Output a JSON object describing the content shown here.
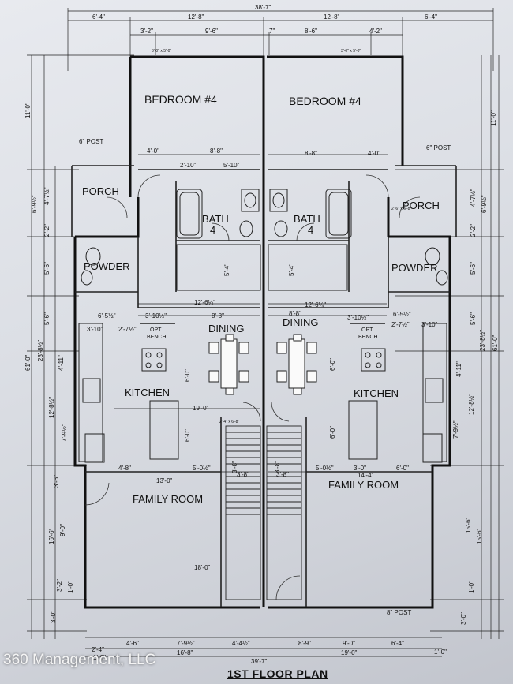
{
  "rooms": {
    "bedroom_left": "BEDROOM #4",
    "bedroom_right": "BEDROOM #4",
    "porch_left": "PORCH",
    "porch_right": "PORCH",
    "bath_left": "BATH",
    "bath_left_num": "4",
    "bath_right": "BATH",
    "bath_right_num": "4",
    "powder_left": "POWDER",
    "powder_right": "POWDER",
    "dining_left": "DINING",
    "dining_right": "DINING",
    "bench_left": "OPT.",
    "bench_left_2": "BENCH",
    "bench_right": "OPT.",
    "bench_right_2": "BENCH",
    "kitchen_left": "KITCHEN",
    "kitchen_right": "KITCHEN",
    "family_left": "FAMILY ROOM",
    "family_right": "FAMILY ROOM"
  },
  "notes": {
    "post_tl": "6\" POST",
    "post_tr": "6\" POST",
    "post_br": "8\" POST"
  },
  "dims": {
    "overall_top": "38'-7\"",
    "top_1": "6'-4\"",
    "top_2": "12'-8\"",
    "top_3": "12'-8\"",
    "top_4": "6'-4\"",
    "top2_1": "3'-2\"",
    "top2_2": "9'-6\"",
    "top2_3": "7\"",
    "top2_4": "8'-6\"",
    "top2_5": "4'-2\"",
    "bed_l_a": "4'-0\"",
    "bed_l_b": "8'-8\"",
    "bed_r_a": "8'-8\"",
    "bed_r_b": "4'-0\"",
    "bath_l_a": "2'-10\"",
    "bath_l_b": "5'-10\"",
    "bath_len_l": "5'-4\"",
    "bath_len_r": "5'-4\"",
    "hall_l": "12'-6¼\"",
    "hall_r": "12'-6¼\"",
    "din_l": "8'-8\"",
    "din_r": "8'-8\"",
    "k_l_a": "6'-5½\"",
    "k_l_b": "3'-10½\"",
    "k_l_c": "3'-10\"",
    "k_l_d": "2'-7½\"",
    "k_r_a": "6'-5½\"",
    "k_r_b": "3'-10½\"",
    "k_r_c": "3'-10\"",
    "k_r_d": "2'-7½\"",
    "k_mid": "19'-0\"",
    "k_v1": "6'-0\"",
    "k_v2": "6'-0\"",
    "k_v3": "6'-0\"",
    "k_v4": "6'-0\"",
    "fam_l_a": "4'-8\"",
    "fam_l_b": "5'-0½\"",
    "fam_l_c": "3'-8\"",
    "fam_r_a": "5'-0½\"",
    "fam_r_b": "3'-0\"",
    "fam_r_c": "6'-0\"",
    "fam_r_d": "3'-8\"",
    "fam_l_w": "13'-0\"",
    "fam_r_w": "14'-4\"",
    "fam_l_h": "18'-0\"",
    "fam_r_h": "15'-6\"",
    "side_l_1": "11'-0\"",
    "side_l_2": "6'-9½\"",
    "side_l_3": "4'-7½\"",
    "side_l_4": "2'-2\"",
    "side_l_5": "5'-6\"",
    "side_l_6": "5'-6\"",
    "side_l_7": "61'-0\"",
    "side_l_8": "23'-8½\"",
    "side_l_9": "4'-11\"",
    "side_l_10": "12'-8½\"",
    "side_l_11": "7'-9½\"",
    "side_l_12": "3'-6\"",
    "side_l_13": "16'-6\"",
    "side_l_14": "9'-0\"",
    "side_l_15": "3'-2\"",
    "side_l_16": "1'-0\"",
    "side_l_17": "3'-0\"",
    "side_r_1": "11'-0\"",
    "side_r_2": "6'-9½\"",
    "side_r_3": "4'-7½\"",
    "side_r_4": "2'-2\"",
    "side_r_5": "5'-6\"",
    "side_r_6": "5'-6\"",
    "side_r_7": "61'-0\"",
    "side_r_8": "23'-8½\"",
    "side_r_9": "4'-11\"",
    "side_r_10": "12'-8½\"",
    "side_r_11": "7'-9½\"",
    "side_r_12": "15'-6\"",
    "side_r_13": "1'-0\"",
    "side_r_14": "3'-0\"",
    "bot_1": "4'-6\"",
    "bot_2": "7'-9½\"",
    "bot_3": "4'-4½\"",
    "bot_4": "8'-9\"",
    "bot_5": "9'-0\"",
    "bot_6": "6'-4\"",
    "bot_7": "2'-4\"",
    "bot_8": "16'-8\"",
    "bot_9": "19'-0\"",
    "bot_10": "1'-0\"",
    "bot_11": "1'-0\"",
    "bot_overall": "39'-7\"",
    "stair_l": "3'-8\"",
    "stair_r": "3'-8\"",
    "win_1": "3'-0\" x 5'-0\"",
    "win_2": "3'-0\" x 5'-0\"",
    "door_1": "2'-4\" x 6'-8\"",
    "door_2": "2'-6\" x 6'-8\""
  },
  "footer": {
    "company": "360 Management, LLC",
    "plan_title": "1ST FLOOR PLAN"
  }
}
